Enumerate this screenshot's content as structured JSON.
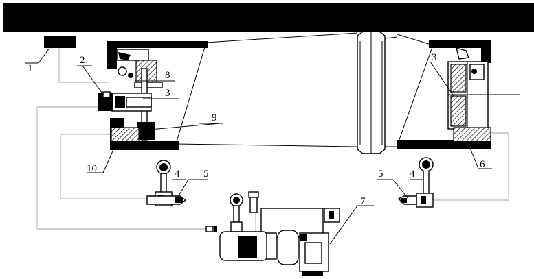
{
  "diagram": {
    "labels": {
      "l1": "1",
      "l2": "2",
      "l3a": "3",
      "l3b": "3",
      "l4a": "4",
      "l4b": "4",
      "l5a": "5",
      "l5b": "5",
      "l6": "6",
      "l7": "7",
      "l8": "8",
      "l9": "9",
      "l10": "10"
    }
  }
}
